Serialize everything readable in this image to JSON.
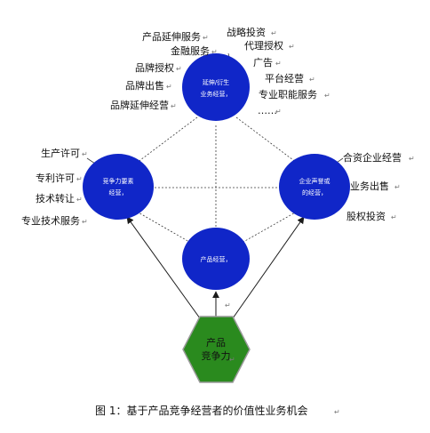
{
  "colors": {
    "node_fill": "#1026c8",
    "node_text": "#ffffff",
    "hexagon_fill": "#2a8a1e",
    "hexagon_stroke": "#9a9a9a",
    "line": "#3c3c3c"
  },
  "nodes": {
    "top": {
      "line1": "延伸/衍生",
      "line2": "业务经营，"
    },
    "left": {
      "line1": "竞争力要素",
      "line2": "经营，"
    },
    "right": {
      "line1": "企业声誉或",
      "line2": "的经营，"
    },
    "center": {
      "line1": "产品经营，"
    },
    "core": {
      "line1": "产品",
      "line2": "竞争力"
    }
  },
  "labels": {
    "top_left": [
      "产品延伸服务",
      "金融服务",
      "品牌授权",
      "品牌出售",
      "品牌延伸经营"
    ],
    "top_right": [
      "战略投资",
      "代理授权",
      "广告",
      "平台经营",
      "专业职能服务",
      "……"
    ],
    "left": [
      "生产许可",
      "专利许可",
      "技术转让",
      "专业技术服务"
    ],
    "right": [
      "合资企业经营",
      "业务出售",
      "股权投资"
    ]
  },
  "return_mark": "↵",
  "caption": "图 1：基于产品竞争经营者的价值性业务机会"
}
